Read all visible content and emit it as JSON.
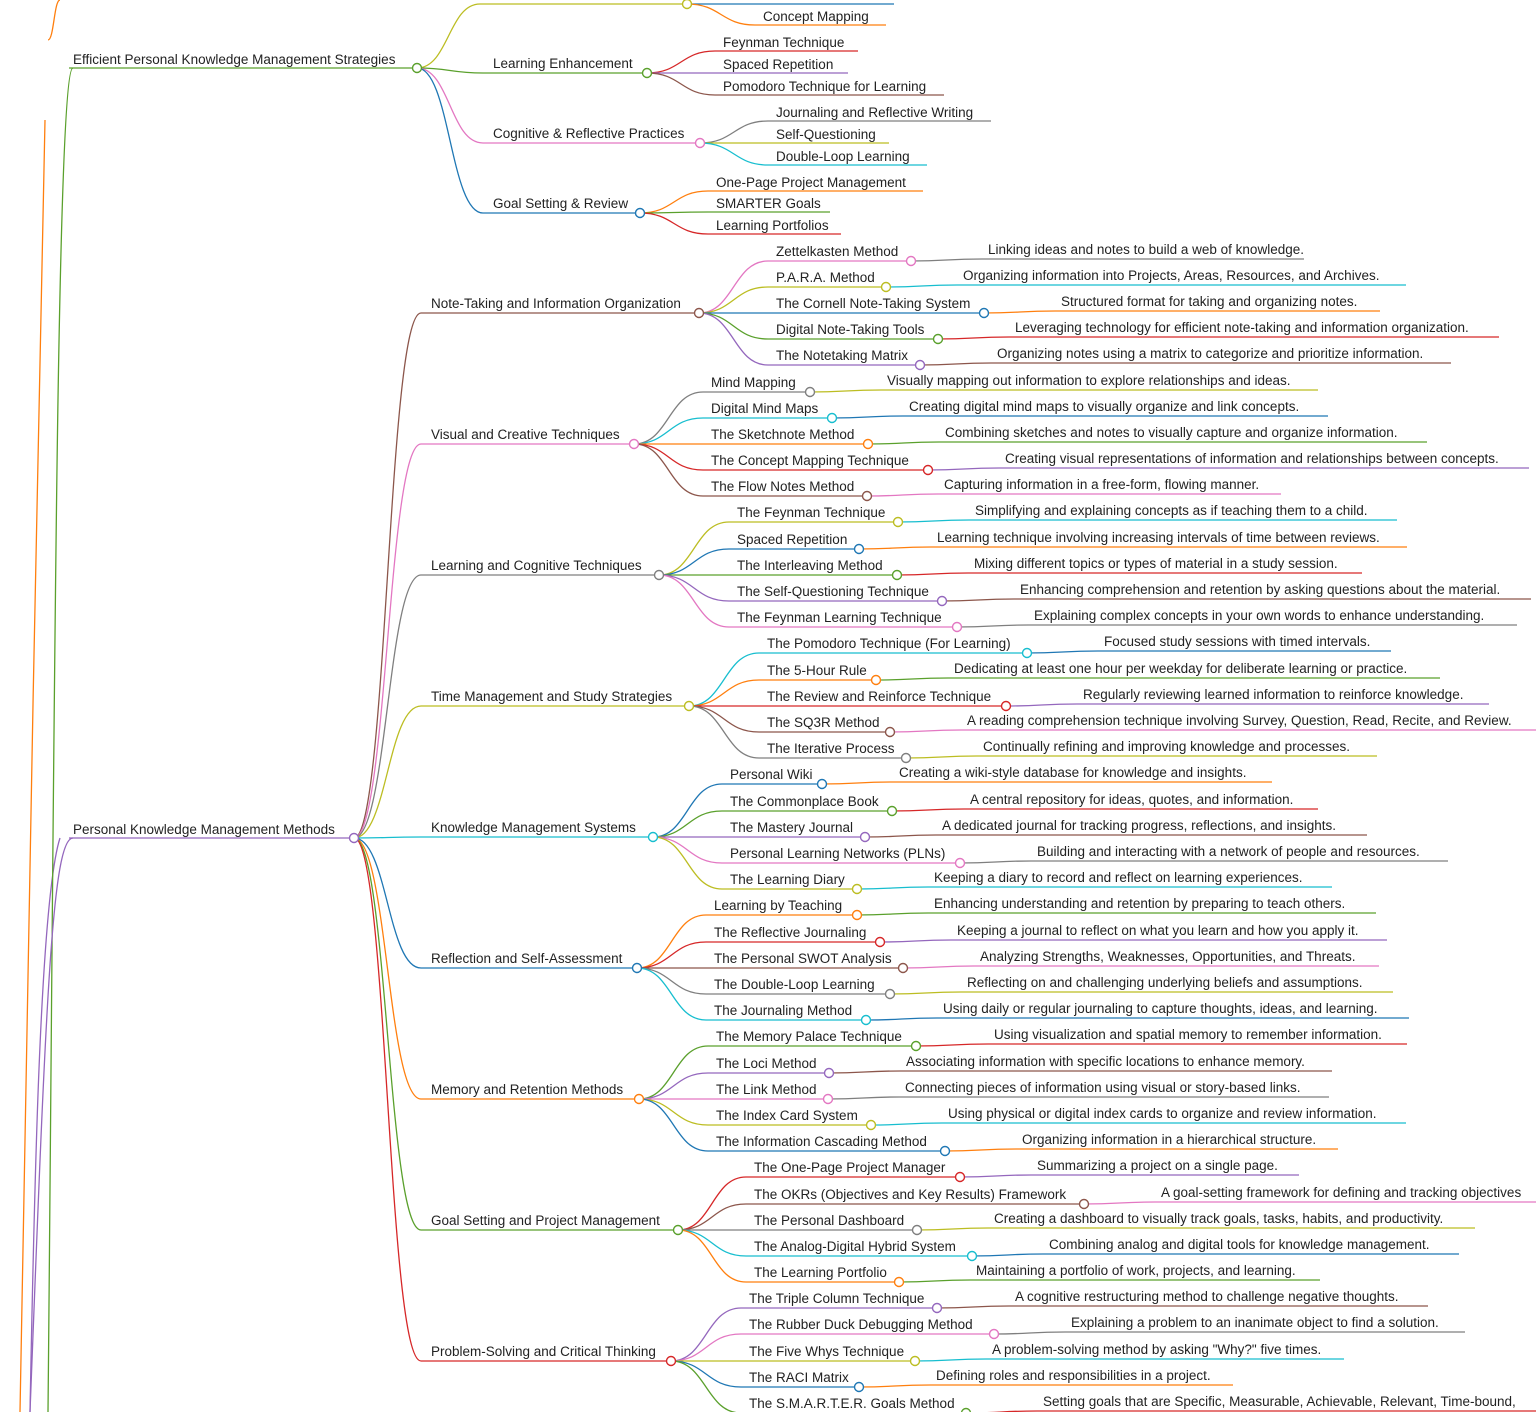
{
  "mindmap": {
    "branches": [
      {
        "label": "Efficient Personal Knowledge Management Strategies",
        "color": "#5aa02c",
        "children": [
          {
            "label": "",
            "color": "#bcbd22",
            "children": [
              {
                "label": "",
                "color": "#1f77b4"
              },
              {
                "label": "Concept Mapping",
                "color": "#ff7f0e"
              }
            ]
          },
          {
            "label": "Learning Enhancement",
            "color": "#5aa02c",
            "children": [
              {
                "label": "Feynman Technique",
                "color": "#d62728"
              },
              {
                "label": "Spaced Repetition",
                "color": "#9467bd"
              },
              {
                "label": "Pomodoro Technique for Learning",
                "color": "#8c564b"
              }
            ]
          },
          {
            "label": "Cognitive & Reflective Practices",
            "color": "#e377c2",
            "children": [
              {
                "label": "Journaling and Reflective Writing",
                "color": "#7f7f7f"
              },
              {
                "label": "Self-Questioning",
                "color": "#bcbd22"
              },
              {
                "label": "Double-Loop Learning",
                "color": "#17becf"
              }
            ]
          },
          {
            "label": "Goal Setting & Review",
            "color": "#1f77b4",
            "children": [
              {
                "label": "One-Page Project Management",
                "color": "#ff7f0e"
              },
              {
                "label": "SMARTER Goals",
                "color": "#5aa02c"
              },
              {
                "label": "Learning Portfolios",
                "color": "#d62728"
              }
            ]
          }
        ]
      },
      {
        "label": "Personal Knowledge Management Methods",
        "color": "#9467bd",
        "children": [
          {
            "label": "Note-Taking and Information Organization",
            "color": "#8c564b",
            "children": [
              {
                "label": "Zettelkasten Method",
                "color": "#e377c2",
                "desc": "Linking ideas and notes to build a web of knowledge.",
                "descColor": "#7f7f7f"
              },
              {
                "label": "P.A.R.A. Method",
                "color": "#bcbd22",
                "desc": "Organizing information into Projects, Areas, Resources, and Archives.",
                "descColor": "#17becf"
              },
              {
                "label": "The Cornell Note-Taking System",
                "color": "#1f77b4",
                "desc": "Structured format for taking and organizing notes.",
                "descColor": "#ff7f0e"
              },
              {
                "label": "Digital Note-Taking Tools",
                "color": "#5aa02c",
                "desc": "Leveraging technology for efficient note-taking and information organization.",
                "descColor": "#d62728"
              },
              {
                "label": "The Notetaking Matrix",
                "color": "#9467bd",
                "desc": "Organizing notes using a matrix to categorize and prioritize information.",
                "descColor": "#8c564b"
              }
            ]
          },
          {
            "label": "Visual and Creative Techniques",
            "color": "#e377c2",
            "children": [
              {
                "label": "Mind Mapping",
                "color": "#7f7f7f",
                "desc": "Visually mapping out information to explore relationships and ideas.",
                "descColor": "#bcbd22"
              },
              {
                "label": "Digital Mind Maps",
                "color": "#17becf",
                "desc": "Creating digital mind maps to visually organize and link concepts.",
                "descColor": "#1f77b4"
              },
              {
                "label": "The Sketchnote Method",
                "color": "#ff7f0e",
                "desc": "Combining sketches and notes to visually capture and organize information.",
                "descColor": "#5aa02c"
              },
              {
                "label": "The Concept Mapping Technique",
                "color": "#d62728",
                "desc": "Creating visual representations of information and relationships between concepts.",
                "descColor": "#9467bd"
              },
              {
                "label": "The Flow Notes Method",
                "color": "#8c564b",
                "desc": "Capturing information in a free-form, flowing manner.",
                "descColor": "#e377c2"
              }
            ]
          },
          {
            "label": "Learning and Cognitive Techniques",
            "color": "#7f7f7f",
            "children": [
              {
                "label": "The Feynman Technique",
                "color": "#bcbd22",
                "desc": "Simplifying and explaining concepts as if teaching them to a child.",
                "descColor": "#17becf"
              },
              {
                "label": "Spaced Repetition",
                "color": "#1f77b4",
                "desc": "Learning technique involving increasing intervals of time between reviews.",
                "descColor": "#ff7f0e"
              },
              {
                "label": "The Interleaving Method",
                "color": "#5aa02c",
                "desc": "Mixing different topics or types of material in a study session.",
                "descColor": "#d62728"
              },
              {
                "label": "The Self-Questioning Technique",
                "color": "#9467bd",
                "desc": "Enhancing comprehension and retention by asking questions about the material.",
                "descColor": "#8c564b"
              },
              {
                "label": "The Feynman Learning Technique",
                "color": "#e377c2",
                "desc": "Explaining complex concepts in your own words to enhance understanding.",
                "descColor": "#7f7f7f"
              }
            ]
          },
          {
            "label": "Time Management and Study Strategies",
            "color": "#bcbd22",
            "children": [
              {
                "label": "The Pomodoro Technique (For Learning)",
                "color": "#17becf",
                "desc": "Focused study sessions with timed intervals.",
                "descColor": "#1f77b4"
              },
              {
                "label": "The 5-Hour Rule",
                "color": "#ff7f0e",
                "desc": "Dedicating at least one hour per weekday for deliberate learning or practice.",
                "descColor": "#5aa02c"
              },
              {
                "label": "The Review and Reinforce Technique",
                "color": "#d62728",
                "desc": "Regularly reviewing learned information to reinforce knowledge.",
                "descColor": "#9467bd"
              },
              {
                "label": "The SQ3R Method",
                "color": "#8c564b",
                "desc": "A reading comprehension technique involving Survey, Question, Read, Recite, and Review.",
                "descColor": "#e377c2"
              },
              {
                "label": "The Iterative Process",
                "color": "#7f7f7f",
                "desc": "Continually refining and improving knowledge and processes.",
                "descColor": "#bcbd22"
              }
            ]
          },
          {
            "label": "Knowledge Management Systems",
            "color": "#17becf",
            "children": [
              {
                "label": "Personal Wiki",
                "color": "#1f77b4",
                "desc": "Creating a wiki-style database for knowledge and insights.",
                "descColor": "#ff7f0e"
              },
              {
                "label": "The Commonplace Book",
                "color": "#5aa02c",
                "desc": "A central repository for ideas, quotes, and information.",
                "descColor": "#d62728"
              },
              {
                "label": "The Mastery Journal",
                "color": "#9467bd",
                "desc": "A dedicated journal for tracking progress, reflections, and insights.",
                "descColor": "#8c564b"
              },
              {
                "label": "Personal Learning Networks (PLNs)",
                "color": "#e377c2",
                "desc": "Building and interacting with a network of people and resources.",
                "descColor": "#7f7f7f"
              },
              {
                "label": "The Learning Diary",
                "color": "#bcbd22",
                "desc": "Keeping a diary to record and reflect on learning experiences.",
                "descColor": "#17becf"
              }
            ]
          },
          {
            "label": "Reflection and Self-Assessment",
            "color": "#1f77b4",
            "children": [
              {
                "label": "Learning by Teaching",
                "color": "#ff7f0e",
                "desc": "Enhancing understanding and retention by preparing to teach others.",
                "descColor": "#5aa02c"
              },
              {
                "label": "The Reflective Journaling",
                "color": "#d62728",
                "desc": "Keeping a journal to reflect on what you learn and how you apply it.",
                "descColor": "#9467bd"
              },
              {
                "label": "The Personal SWOT Analysis",
                "color": "#8c564b",
                "desc": "Analyzing Strengths, Weaknesses, Opportunities, and Threats.",
                "descColor": "#e377c2"
              },
              {
                "label": "The Double-Loop Learning",
                "color": "#7f7f7f",
                "desc": "Reflecting on and challenging underlying beliefs and assumptions.",
                "descColor": "#bcbd22"
              },
              {
                "label": "The Journaling Method",
                "color": "#17becf",
                "desc": "Using daily or regular journaling to capture thoughts, ideas, and learning.",
                "descColor": "#1f77b4"
              }
            ]
          },
          {
            "label": "Memory and Retention Methods",
            "color": "#ff7f0e",
            "children": [
              {
                "label": "The Memory Palace Technique",
                "color": "#5aa02c",
                "desc": "Using visualization and spatial memory to remember information.",
                "descColor": "#d62728"
              },
              {
                "label": "The Loci Method",
                "color": "#9467bd",
                "desc": "Associating information with specific locations to enhance memory.",
                "descColor": "#8c564b"
              },
              {
                "label": "The Link Method",
                "color": "#e377c2",
                "desc": "Connecting pieces of information using visual or story-based links.",
                "descColor": "#7f7f7f"
              },
              {
                "label": "The Index Card System",
                "color": "#bcbd22",
                "desc": "Using physical or digital index cards to organize and review information.",
                "descColor": "#17becf"
              },
              {
                "label": "The Information Cascading Method",
                "color": "#1f77b4",
                "desc": "Organizing information in a hierarchical structure.",
                "descColor": "#ff7f0e"
              }
            ]
          },
          {
            "label": "Goal Setting and Project Management",
            "color": "#5aa02c",
            "children": [
              {
                "label": "The One-Page Project Manager",
                "color": "#d62728",
                "desc": "Summarizing a project on a single page.",
                "descColor": "#9467bd"
              },
              {
                "label": "The OKRs (Objectives and Key Results) Framework",
                "color": "#8c564b",
                "desc": "A goal-setting framework for defining and tracking objectives",
                "descColor": "#e377c2"
              },
              {
                "label": "The Personal Dashboard",
                "color": "#7f7f7f",
                "desc": "Creating a dashboard to visually track goals, tasks, habits, and productivity.",
                "descColor": "#bcbd22"
              },
              {
                "label": "The Analog-Digital Hybrid System",
                "color": "#17becf",
                "desc": "Combining analog and digital tools for knowledge management.",
                "descColor": "#1f77b4"
              },
              {
                "label": "The Learning Portfolio",
                "color": "#ff7f0e",
                "desc": "Maintaining a portfolio of work, projects, and learning.",
                "descColor": "#5aa02c"
              }
            ]
          },
          {
            "label": "Problem-Solving and Critical Thinking",
            "color": "#d62728",
            "children": [
              {
                "label": "The Triple Column Technique",
                "color": "#9467bd",
                "desc": "A cognitive restructuring method to challenge negative thoughts.",
                "descColor": "#8c564b"
              },
              {
                "label": "The Rubber Duck Debugging Method",
                "color": "#e377c2",
                "desc": "Explaining a problem to an inanimate object to find a solution.",
                "descColor": "#7f7f7f"
              },
              {
                "label": "The Five Whys Technique",
                "color": "#bcbd22",
                "desc": "A problem-solving method by asking \"Why?\" five times.",
                "descColor": "#17becf"
              },
              {
                "label": "The RACI Matrix",
                "color": "#1f77b4",
                "desc": "Defining roles and responsibilities in a project.",
                "descColor": "#ff7f0e"
              },
              {
                "label": "The S.M.A.R.T.E.R. Goals Method",
                "color": "#5aa02c",
                "desc": "Setting goals that are Specific, Measurable, Achievable, Relevant, Time-bound,",
                "descColor": "#d62728"
              }
            ]
          }
        ]
      }
    ],
    "edge_lines": [
      {
        "color": "#ff7f0e"
      },
      {
        "color": "#9467bd"
      },
      {
        "color": "#bcbd22"
      }
    ]
  }
}
